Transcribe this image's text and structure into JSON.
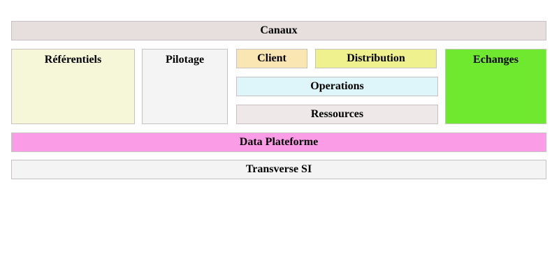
{
  "page": {
    "background": "#ffffff",
    "border_color": "#c6c2c2",
    "text_color": "#000000"
  },
  "blocks": {
    "canaux": {
      "label": "Canaux",
      "bg": "#e7dede"
    },
    "referentiels": {
      "label": "Référentiels",
      "bg": "#f6f6d8"
    },
    "pilotage": {
      "label": "Pilotage",
      "bg": "#f5f4f4"
    },
    "client": {
      "label": "Client",
      "bg": "#fae6b2"
    },
    "distribution": {
      "label": "Distribution",
      "bg": "#eff18e"
    },
    "operations": {
      "label": "Operations",
      "bg": "#def6fa"
    },
    "ressources": {
      "label": "Ressources",
      "bg": "#efe8e8"
    },
    "echanges": {
      "label": "Echanges",
      "bg": "#6fe92f"
    },
    "data_plateforme": {
      "label": "Data Plateforme",
      "bg": "#fb9ce6"
    },
    "transverse_si": {
      "label": "Transverse SI",
      "bg": "#f4f4f4"
    }
  }
}
